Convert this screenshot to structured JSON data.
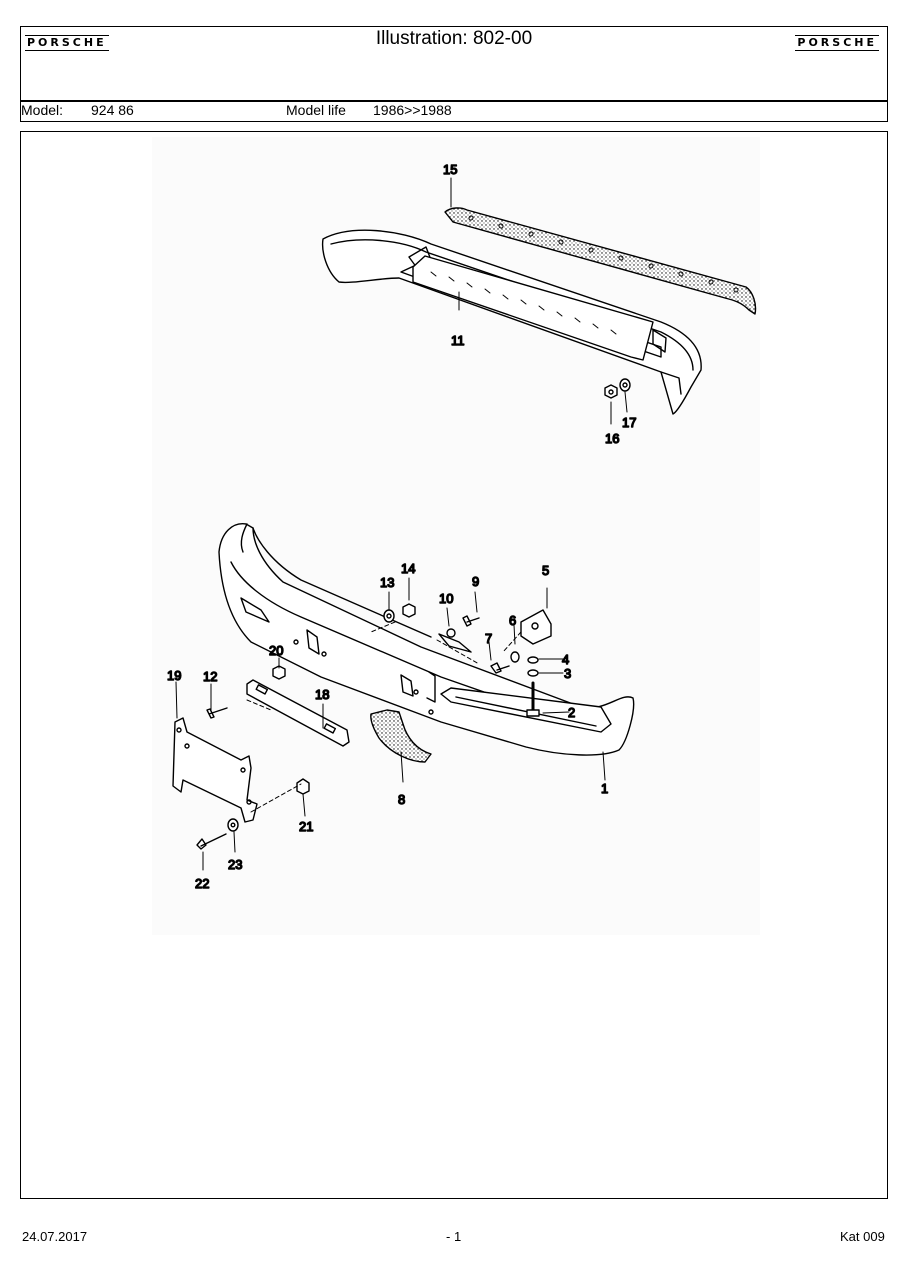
{
  "header": {
    "brand_left": "PORSCHE",
    "brand_right": "PORSCHE",
    "illustration_title": "Illustration: 802-00",
    "model_label": "Model:",
    "model_value": "924 86",
    "model_life_label": "Model life",
    "model_life_value": "1986>>1988"
  },
  "diagram": {
    "callouts": [
      "1",
      "2",
      "3",
      "4",
      "5",
      "6",
      "7",
      "8",
      "9",
      "10",
      "11",
      "12",
      "13",
      "14",
      "15",
      "16",
      "17",
      "18",
      "19",
      "20",
      "21",
      "22",
      "23"
    ]
  },
  "footer": {
    "date": "24.07.2017",
    "page": "- 1",
    "catalog": "Kat 009"
  }
}
